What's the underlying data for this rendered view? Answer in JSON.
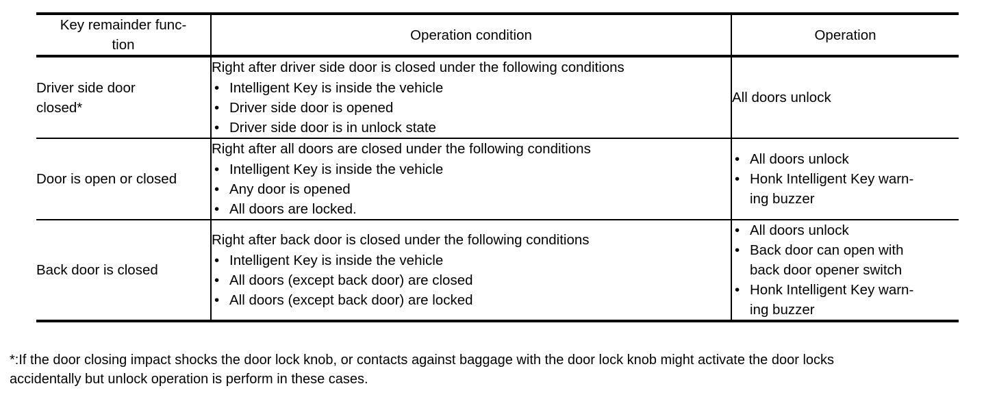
{
  "table": {
    "columns": [
      {
        "id": "key-remainder-function",
        "label_lines": [
          "Key remainder func-",
          "tion"
        ]
      },
      {
        "id": "operation-condition",
        "label_lines": [
          "Operation condition"
        ]
      },
      {
        "id": "operation",
        "label_lines": [
          "Operation"
        ]
      }
    ],
    "rows": [
      {
        "function_lines": [
          "Driver side door",
          "closed*"
        ],
        "condition": {
          "lead": "Right after driver side door is closed under the following conditions",
          "bullets": [
            "Intelligent Key is inside the vehicle",
            "Driver side door is opened",
            "Driver side door is in unlock state"
          ]
        },
        "operation": {
          "style": "plain",
          "text": "All doors unlock",
          "bullets": []
        }
      },
      {
        "function_lines": [
          "Door is open or closed"
        ],
        "condition": {
          "lead": "Right after all doors are closed under the following conditions",
          "bullets": [
            "Intelligent Key is inside the vehicle",
            "Any door is opened",
            "All doors are locked."
          ]
        },
        "operation": {
          "style": "bullets",
          "text": "",
          "bullets": [
            [
              "All doors unlock"
            ],
            [
              "Honk Intelligent Key warn-",
              "ing buzzer"
            ]
          ]
        }
      },
      {
        "function_lines": [
          "Back door is closed"
        ],
        "condition": {
          "lead": "Right after back door is closed under the following conditions",
          "bullets": [
            "Intelligent Key is inside the vehicle",
            "All doors (except back door) are closed",
            "All doors (except back door) are locked"
          ]
        },
        "operation": {
          "style": "bullets",
          "text": "",
          "bullets": [
            [
              "All doors unlock"
            ],
            [
              "Back door can open with",
              "back door opener switch"
            ],
            [
              "Honk Intelligent Key warn-",
              "ing buzzer"
            ]
          ]
        }
      }
    ],
    "bullet_glyph": "•"
  },
  "footnote": {
    "lines": [
      "*:If the door closing impact shocks the door lock knob, or contacts against baggage with the door lock knob might activate the door locks",
      "accidentally but unlock operation is perform in these cases."
    ]
  }
}
